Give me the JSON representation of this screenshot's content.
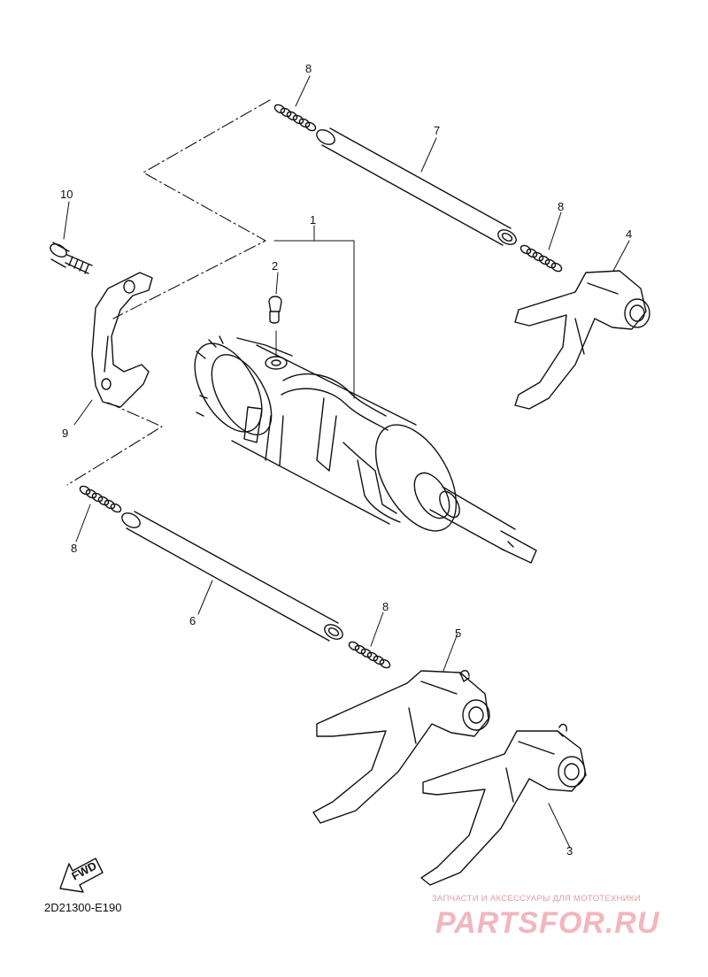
{
  "diagram": {
    "part_labels": {
      "shift_drum_assy": "1",
      "pin": "2",
      "fork_3": "3",
      "fork_4": "4",
      "fork_5": "5",
      "guide_bar_6": "6",
      "guide_bar_7": "7",
      "spring": "8",
      "segment_plate": "9",
      "bolt": "10"
    },
    "fwd_label": "FWD",
    "drawing_code": "2D21300-E190"
  },
  "watermark": {
    "caption": "ЗАПЧАСТИ И АКСЕССУАРЫ ДЛЯ МОТОТЕХНИКИ",
    "brand": "PARTSFOR.RU"
  }
}
